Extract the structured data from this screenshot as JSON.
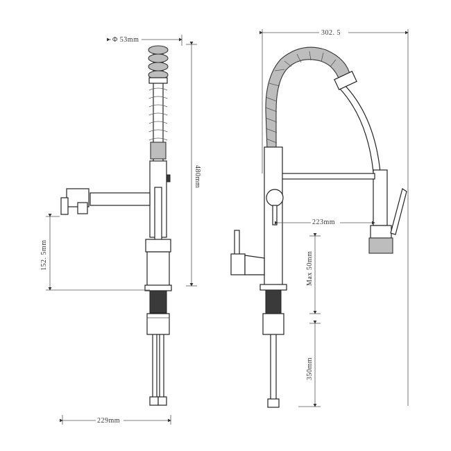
{
  "dimensions": {
    "spout_width": "Φ 53mm",
    "overall_reach": "302. 5",
    "height": "480mm",
    "spout_offset": "223mm",
    "side_spout_height": "152. 5mm",
    "deck_thickness": "Max 50mm",
    "hose_length": "350mm",
    "base_width": "229mm"
  },
  "colors": {
    "line": "#222222",
    "fill": "#bdbdbd",
    "dark": "#3a3a3a"
  }
}
